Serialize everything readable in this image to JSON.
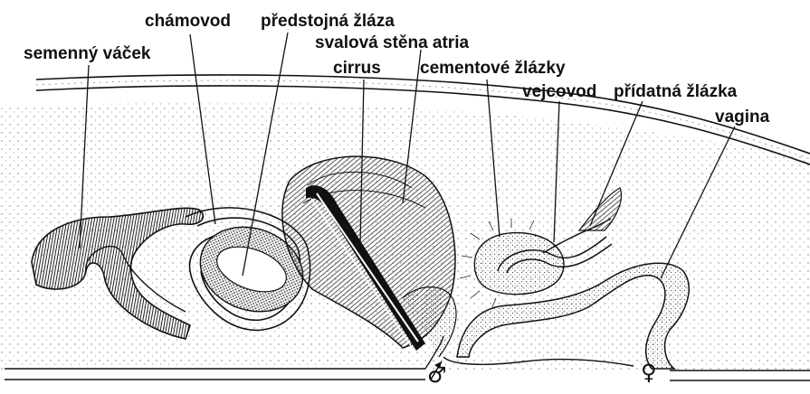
{
  "labels": {
    "semenny_vacek": "semenný váček",
    "chamovod": "chámovod",
    "predstojna_zlaza": "předstojná žláza",
    "svalova_stena_atria": "svalová stěna atria",
    "cirrus": "cirrus",
    "cementove_zlazky": "cementové žlázky",
    "vejcovod": "vejcovod",
    "pridatna_zlazka": "přídatná žlázka",
    "vagina": "vagina"
  },
  "symbols": {
    "male": "♂",
    "female": "♀"
  }
}
